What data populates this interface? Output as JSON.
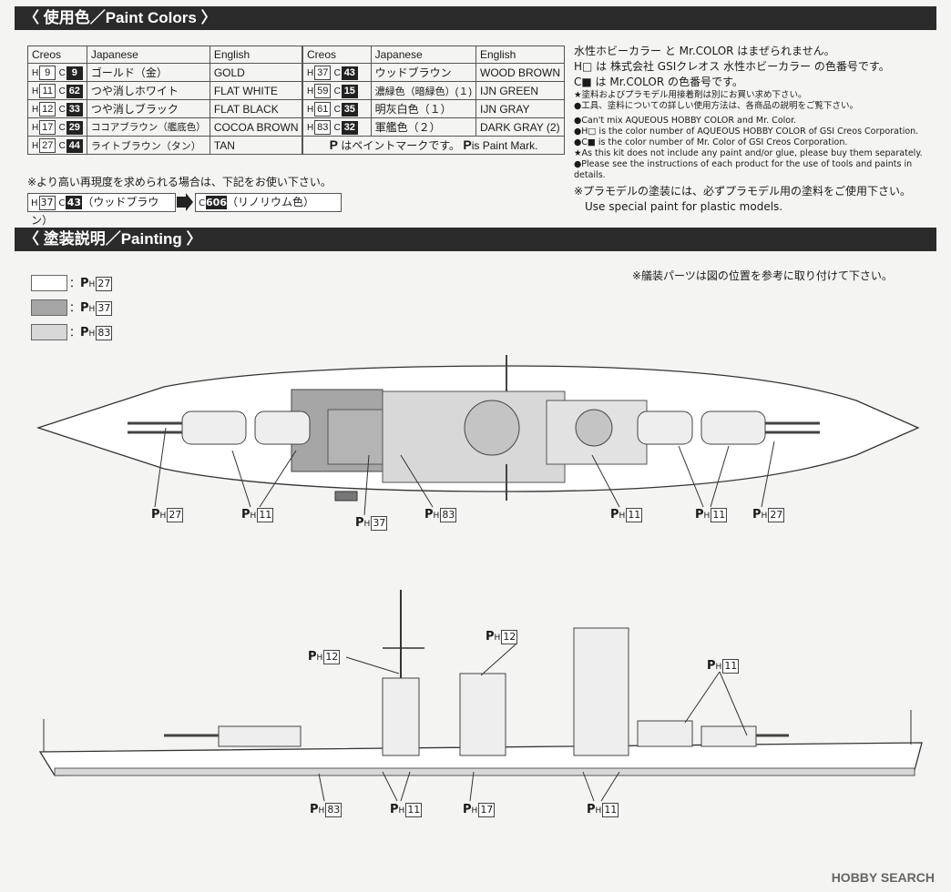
{
  "headers": {
    "paint_colors": "〈 使用色／Paint Colors 〉",
    "painting": "〈 塗装説明／Painting 〉"
  },
  "table_headers": {
    "creos": "Creos",
    "japanese": "Japanese",
    "english": "English"
  },
  "colors_left": [
    {
      "h": "9",
      "c": "9",
      "jp": "ゴールド（金）",
      "en": "GOLD"
    },
    {
      "h": "11",
      "c": "62",
      "jp": "つや消しホワイト",
      "en": "FLAT WHITE"
    },
    {
      "h": "12",
      "c": "33",
      "jp": "つや消しブラック",
      "en": "FLAT BLACK"
    },
    {
      "h": "17",
      "c": "29",
      "jp": "ココアブラウン（艦底色）",
      "en": "COCOA BROWN"
    },
    {
      "h": "27",
      "c": "44",
      "jp": "ライトブラウン（タン）",
      "en": "TAN"
    }
  ],
  "colors_right": [
    {
      "h": "37",
      "c": "43",
      "jp": "ウッドブラウン",
      "en": "WOOD BROWN"
    },
    {
      "h": "59",
      "c": "15",
      "jp": "濃緑色（暗緑色）(１)",
      "en": "IJN GREEN"
    },
    {
      "h": "61",
      "c": "35",
      "jp": "明灰白色（１）",
      "en": "IJN GRAY"
    },
    {
      "h": "83",
      "c": "32",
      "jp": "軍艦色（２）",
      "en": "DARK GRAY (2)"
    }
  ],
  "paint_mark_note": "はペイントマークです。",
  "paint_mark_note_en": "is Paint Mark.",
  "mark": "P",
  "h_prefix": "H",
  "c_prefix": "C",
  "notes": [
    "水性ホビーカラー と Mr.COLOR はまぜられません。",
    "H□ は 株式会社 GSIクレオス 水性ホビーカラー の色番号です。",
    "C■ は Mr.COLOR の色番号です。"
  ],
  "notes_small": [
    "★塗料およびプラモデル用接着剤は別にお買い求め下さい。",
    "●工具、塗料についての詳しい使用方法は、各商品の説明をご覧下さい。"
  ],
  "notes_en": [
    "●Can't mix AQUEOUS HOBBY COLOR and Mr. Color.",
    "●H□ is the color number of AQUEOUS HOBBY COLOR of GSI Creos Corporation.",
    "●C■ is the color number of Mr. Color of GSI Creos Corporation.",
    "★As this kit does not include any paint and/or glue, please buy them separately.",
    "●Please see the instructions of each product for the use of tools and paints in details."
  ],
  "notes_tail": [
    "※プラモデルの塗装には、必ずプラモデル用の塗料をご使用下さい。",
    "Use special paint for plastic models."
  ],
  "higher_detail": "※より高い再現度を求められる場合は、下記をお使い下さい。",
  "subst_from": {
    "h": "37",
    "c": "43",
    "label": "（ウッドブラウン）"
  },
  "subst_to": {
    "c": "606",
    "label": "（リノリウム色）"
  },
  "legend": [
    {
      "h": "27",
      "color": "#ffffff"
    },
    {
      "h": "37",
      "color": "#a6a6a6"
    },
    {
      "h": "83",
      "color": "#d8d8d8"
    }
  ],
  "fitting_note": "※艤装パーツは図の位置を参考に取り付けて下さい。",
  "top_callouts": [
    "27",
    "11",
    "37",
    "83",
    "11",
    "11",
    "27"
  ],
  "side_callouts": [
    "12",
    "12",
    "11",
    "83",
    "11",
    "17",
    "11"
  ],
  "watermark": "HOBBY SEARCH"
}
